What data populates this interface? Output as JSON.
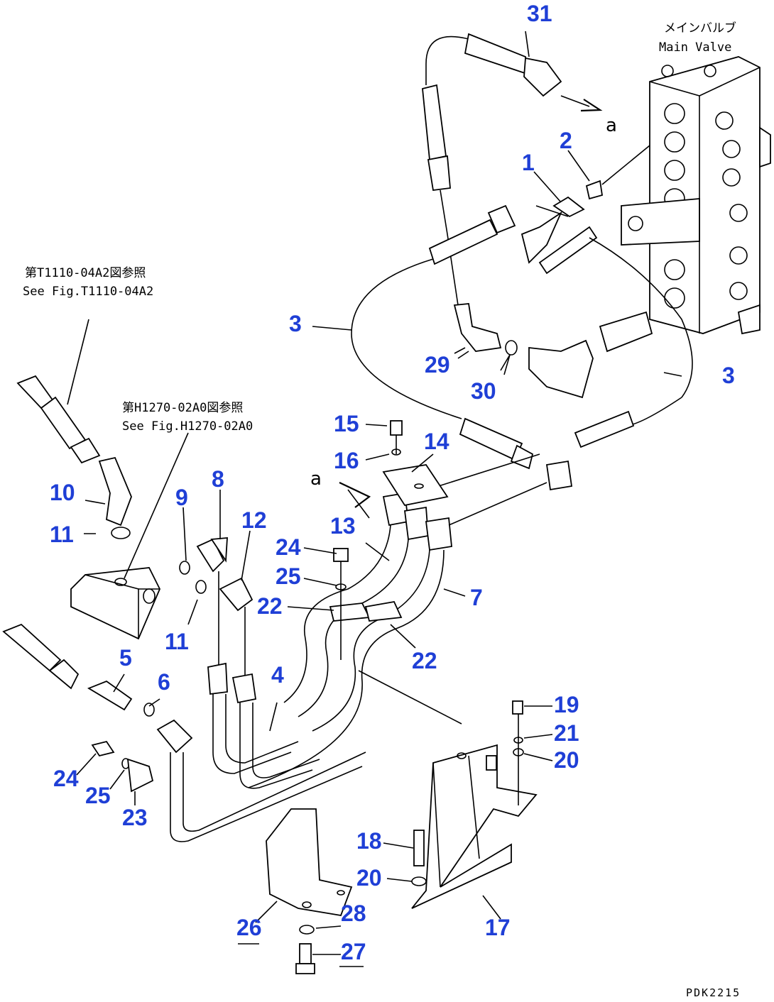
{
  "diagram": {
    "main_valve": {
      "label_jp": "メインバルブ",
      "label_en": "Main Valve"
    },
    "ref_top": {
      "jp": "第T1110-04A2図参照",
      "en": "See Fig.T1110-04A2"
    },
    "ref_mid": {
      "jp": "第H1270-02A0図参照",
      "en": "See Fig.H1270-02A0"
    },
    "arrow_letter": "a",
    "drawing_code": "PDK2215",
    "callouts": [
      "31",
      "2",
      "1",
      "3",
      "3",
      "29",
      "30",
      "15",
      "14",
      "16",
      "8",
      "10",
      "9",
      "12",
      "11",
      "13",
      "24",
      "25",
      "22",
      "7",
      "11",
      "22",
      "5",
      "6",
      "4",
      "19",
      "21",
      "20",
      "24",
      "25",
      "23",
      "18",
      "20",
      "26",
      "28",
      "27",
      "17"
    ]
  },
  "colors": {
    "callout": "#1f3fd6",
    "line": "#000000"
  }
}
